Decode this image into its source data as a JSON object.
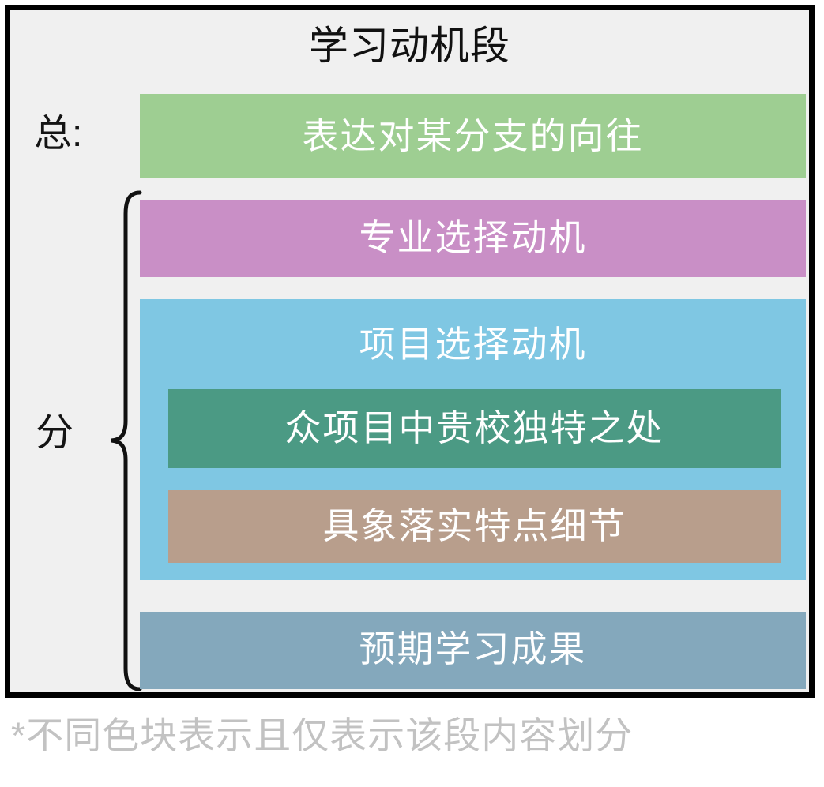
{
  "diagram": {
    "title": "学习动机段",
    "side_labels": {
      "summary": "总:",
      "detail": "分"
    },
    "brace": {
      "icon": "curly-brace-icon",
      "groups": "分"
    },
    "blocks": [
      {
        "id": "aspiration",
        "label": "表达对某分支的向往",
        "color": "#9ECE92",
        "level": "summary",
        "group": "总:"
      },
      {
        "id": "major-motive",
        "label": "专业选择动机",
        "color": "#C98FC6",
        "level": "detail",
        "group": "分"
      },
      {
        "id": "program-motive",
        "label": "项目选择动机",
        "color": "#7FC7E3",
        "level": "detail",
        "group": "分"
      },
      {
        "id": "uniqueness",
        "label": "众项目中贵校独特之处",
        "color": "#4B9A84",
        "level": "sub-detail",
        "parent": "program-motive"
      },
      {
        "id": "concrete-details",
        "label": "具象落实特点细节",
        "color": "#B89E8C",
        "level": "sub-detail",
        "parent": "program-motive"
      },
      {
        "id": "expected-outcome",
        "label": "预期学习成果",
        "color": "#84A8BC",
        "level": "detail",
        "group": "分"
      }
    ],
    "footnote": "*不同色块表示且仅表示该段内容划分",
    "colors": {
      "panel_background": "#F0F0F0",
      "panel_border": "#000000",
      "page_background": "#FFFFFF",
      "title_text": "#111111",
      "block_text": "#FFFFFF",
      "footnote_text": "#C2C2C2"
    }
  }
}
